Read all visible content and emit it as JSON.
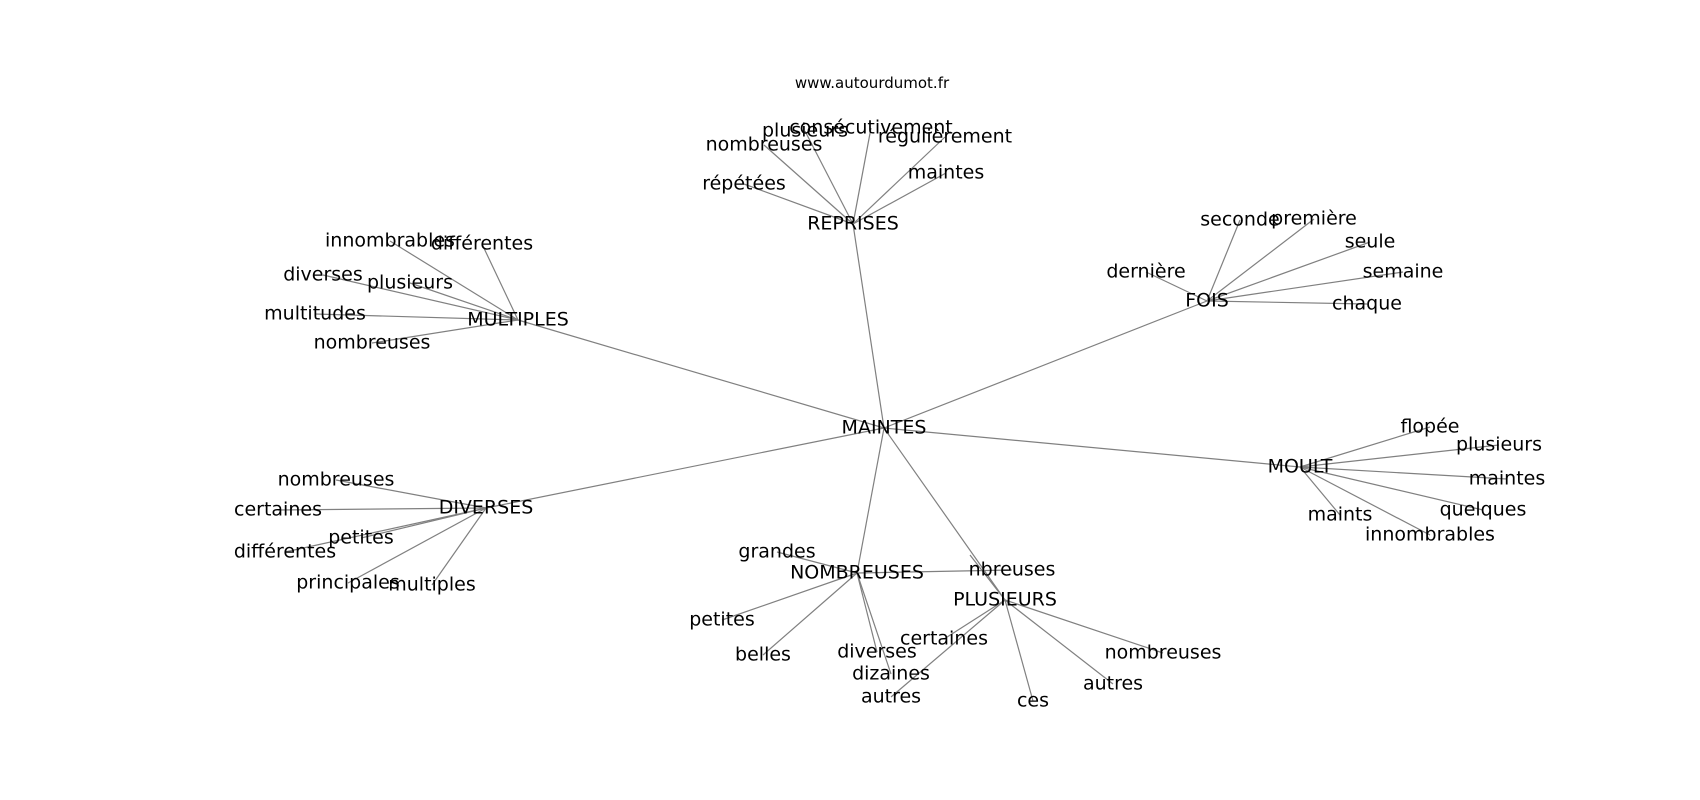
{
  "watermark": "www.autourdumot.fr",
  "graph": {
    "center": {
      "id": "maintes_center",
      "label": "MAINTES"
    },
    "hubs": [
      {
        "id": "reprises",
        "label": "REPRISES",
        "leaves": [
          "répétées",
          "nombreuses",
          "plusieurs",
          "consécutivement",
          "régulièrement",
          "maintes"
        ]
      },
      {
        "id": "fois",
        "label": "FOIS",
        "leaves": [
          "dernière",
          "seconde",
          "première",
          "seule",
          "semaine",
          "chaque"
        ]
      },
      {
        "id": "multiples",
        "label": "MULTIPLES",
        "leaves": [
          "innombrables",
          "différentes",
          "diverses",
          "plusieurs",
          "multitudes",
          "nombreuses"
        ]
      },
      {
        "id": "moult",
        "label": "MOULT",
        "leaves": [
          "flopée",
          "plusieurs",
          "maintes",
          "quelques",
          "maints",
          "innombrables"
        ]
      },
      {
        "id": "diverses",
        "label": "DIVERSES",
        "leaves": [
          "nombreuses",
          "certaines",
          "petites",
          "différentes",
          "principales",
          "multiples"
        ]
      },
      {
        "id": "nombreuses",
        "label": "NOMBREUSES",
        "leaves": [
          "grandes",
          "petites",
          "belles",
          "diverses",
          "dizaines",
          "nbreuses"
        ]
      },
      {
        "id": "plusieurs",
        "label": "PLUSIEURS",
        "leaves": [
          "certaines",
          "autres",
          "nombreuses",
          "autres",
          "ces",
          "nbreuses"
        ]
      }
    ]
  }
}
